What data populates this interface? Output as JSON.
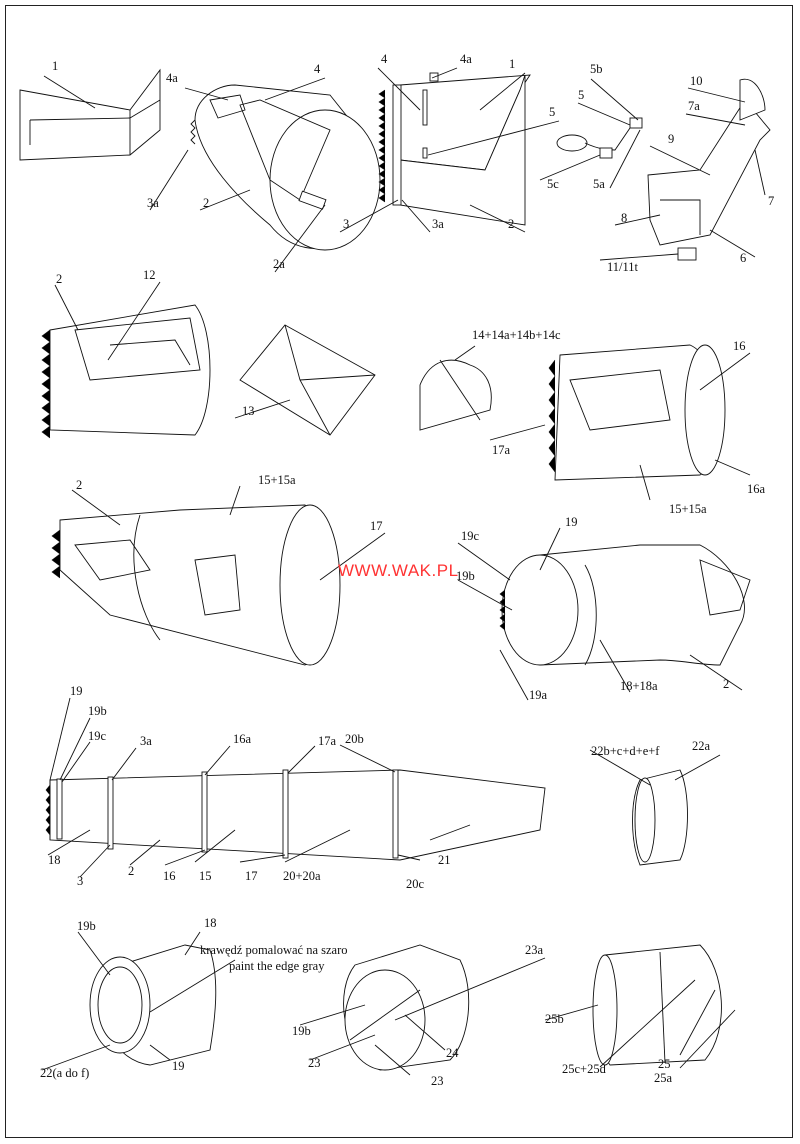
{
  "watermark": "WWW.WAK.PL",
  "notes": {
    "polish": "krawędź pomalować na szaro",
    "english": "paint the edge gray"
  },
  "labels": [
    {
      "id": "l1",
      "text": "1"
    },
    {
      "id": "l4a_a",
      "text": "4a"
    },
    {
      "id": "l4_a",
      "text": "4"
    },
    {
      "id": "l3a_a",
      "text": "3a"
    },
    {
      "id": "l2_a",
      "text": "2"
    },
    {
      "id": "l2a",
      "text": "2a"
    },
    {
      "id": "l4_b",
      "text": "4"
    },
    {
      "id": "l4a_b",
      "text": "4a"
    },
    {
      "id": "l1_b",
      "text": "1"
    },
    {
      "id": "l5_b",
      "text": "5"
    },
    {
      "id": "l3_b",
      "text": "3"
    },
    {
      "id": "l3a_b",
      "text": "3a"
    },
    {
      "id": "l2_b",
      "text": "2"
    },
    {
      "id": "l5b",
      "text": "5b"
    },
    {
      "id": "l5",
      "text": "5"
    },
    {
      "id": "l5c",
      "text": "5c"
    },
    {
      "id": "l5a",
      "text": "5a"
    },
    {
      "id": "l10",
      "text": "10"
    },
    {
      "id": "l7a",
      "text": "7a"
    },
    {
      "id": "l9",
      "text": "9"
    },
    {
      "id": "l7",
      "text": "7"
    },
    {
      "id": "l8",
      "text": "8"
    },
    {
      "id": "l6",
      "text": "6"
    },
    {
      "id": "l11",
      "text": "11/11t"
    },
    {
      "id": "l2_c",
      "text": "2"
    },
    {
      "id": "l12",
      "text": "12"
    },
    {
      "id": "l13",
      "text": "13"
    },
    {
      "id": "l14",
      "text": "14+14a+14b+14c"
    },
    {
      "id": "l16",
      "text": "16"
    },
    {
      "id": "l17a",
      "text": "17a"
    },
    {
      "id": "l16a",
      "text": "16a"
    },
    {
      "id": "l15_a",
      "text": "15+15a"
    },
    {
      "id": "l2_d",
      "text": "2"
    },
    {
      "id": "l15_b",
      "text": "15+15a"
    },
    {
      "id": "l17",
      "text": "17"
    },
    {
      "id": "l19c",
      "text": "19c"
    },
    {
      "id": "l19",
      "text": "19"
    },
    {
      "id": "l19b",
      "text": "19b"
    },
    {
      "id": "l19a",
      "text": "19a"
    },
    {
      "id": "l18",
      "text": "18+18a"
    },
    {
      "id": "l2_e",
      "text": "2"
    },
    {
      "id": "s19",
      "text": "19"
    },
    {
      "id": "s19b",
      "text": "19b"
    },
    {
      "id": "s19c",
      "text": "19c"
    },
    {
      "id": "s3a",
      "text": "3a"
    },
    {
      "id": "s16a",
      "text": "16a"
    },
    {
      "id": "s17a",
      "text": "17a"
    },
    {
      "id": "s20b",
      "text": "20b"
    },
    {
      "id": "s18",
      "text": "18"
    },
    {
      "id": "s3",
      "text": "3"
    },
    {
      "id": "s2",
      "text": "2"
    },
    {
      "id": "s16",
      "text": "16"
    },
    {
      "id": "s15",
      "text": "15"
    },
    {
      "id": "s17",
      "text": "17"
    },
    {
      "id": "s20",
      "text": "20+20a"
    },
    {
      "id": "s20c",
      "text": "20c"
    },
    {
      "id": "s21",
      "text": "21"
    },
    {
      "id": "l22b",
      "text": "22b+c+d+e+f"
    },
    {
      "id": "l22a",
      "text": "22a"
    },
    {
      "id": "n19b",
      "text": "19b"
    },
    {
      "id": "n18",
      "text": "18"
    },
    {
      "id": "n22",
      "text": "22(a do f)"
    },
    {
      "id": "n19",
      "text": "19"
    },
    {
      "id": "m23a",
      "text": "23a"
    },
    {
      "id": "m19b",
      "text": "19b"
    },
    {
      "id": "m24",
      "text": "24"
    },
    {
      "id": "m23",
      "text": "23"
    },
    {
      "id": "m23b",
      "text": "23"
    },
    {
      "id": "r25b",
      "text": "25b"
    },
    {
      "id": "r25c",
      "text": "25c+25d"
    },
    {
      "id": "r25",
      "text": "25"
    },
    {
      "id": "r25a",
      "text": "25a"
    }
  ]
}
